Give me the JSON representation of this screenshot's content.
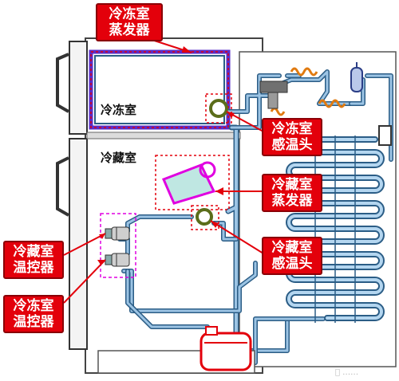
{
  "labels": {
    "freezer_compartment": "冷冻室",
    "fridge_compartment": "冷藏室"
  },
  "callouts": {
    "freezer_evaporator": [
      "冷冻室",
      "蒸发器"
    ],
    "freezer_sensor": [
      "冷冻室",
      "感温头"
    ],
    "fridge_evaporator": [
      "冷藏室",
      "蒸发器"
    ],
    "fridge_sensor": [
      "冷藏室",
      "感温头"
    ],
    "fridge_thermostat": [
      "冷藏室",
      "温控器"
    ],
    "freezer_thermostat": [
      "冷冻室",
      "温控器"
    ]
  },
  "watermark": " ……",
  "colors": {
    "callout": "#e3000b",
    "pipe": "#7fb0d6",
    "pipe_outline": "#2b5d86",
    "coil": "#e07a10",
    "highlight": "#ff00ff"
  }
}
